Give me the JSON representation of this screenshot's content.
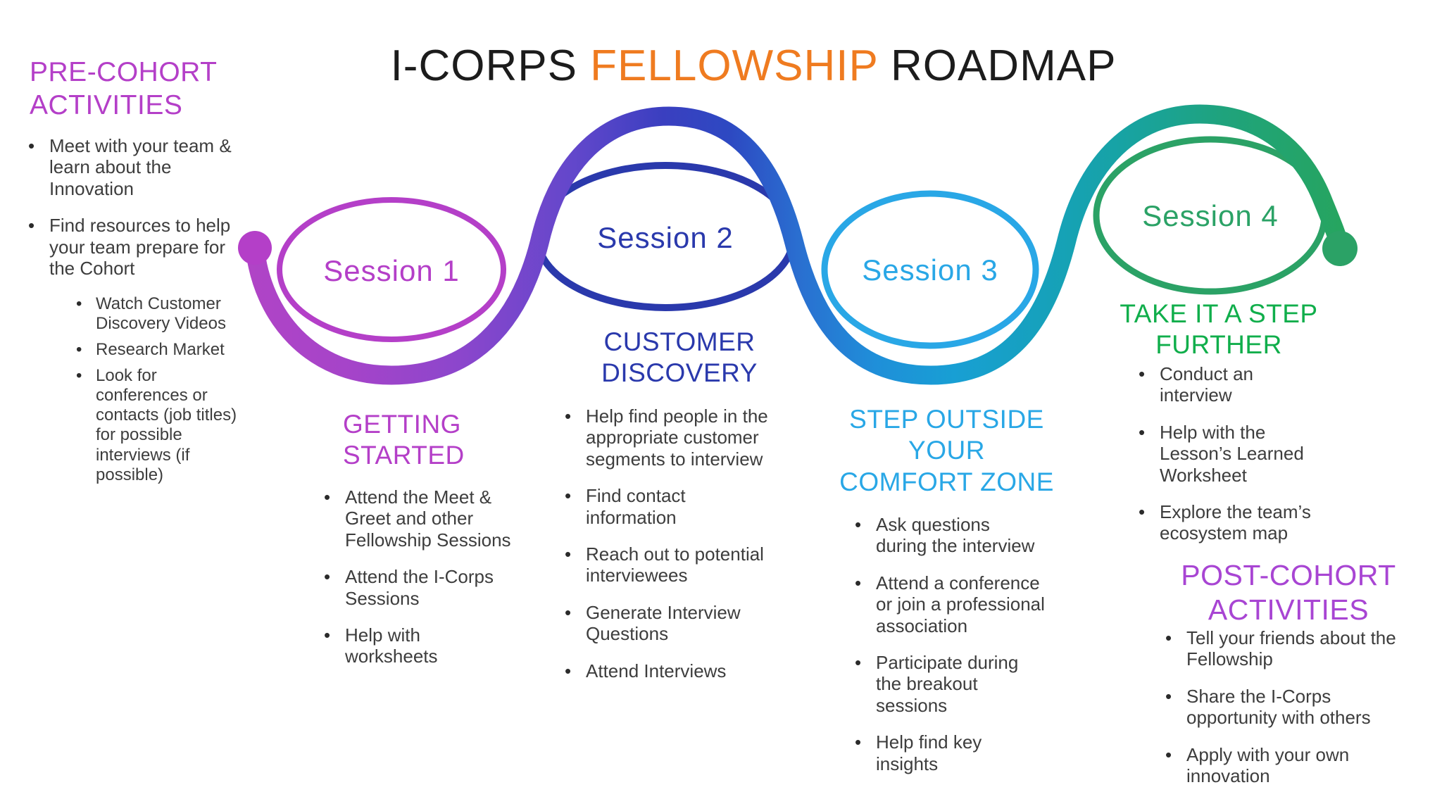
{
  "title": {
    "part1": "I-CORPS",
    "part2": "FELLOWSHIP",
    "part3": "ROADMAP"
  },
  "colors": {
    "session1": "#b43fc8",
    "session2": "#2a39ac",
    "session3": "#29a7e6",
    "session4": "#2ba266",
    "further_green": "#10ae4b",
    "post_cohort_purple": "#a845d3",
    "title_orange": "#ef7b20",
    "title_black": "#1c1c1c",
    "body_text": "#3d3d3d"
  },
  "pre_cohort": {
    "heading": "PRE-COHORT ACTIVITIES",
    "bullet1": "Meet with your team & learn about the Innovation",
    "bullet2": "Find resources to help your team prepare for the Cohort",
    "sub_bullets": [
      "Watch Customer Discovery Videos",
      "Research Market",
      "Look for conferences or contacts (job titles) for possible interviews (if possible)"
    ]
  },
  "sessions": [
    {
      "label": "Session 1",
      "heading": "GETTING STARTED",
      "bullets": [
        "Attend the Meet & Greet and other Fellowship Sessions",
        "Attend the I-Corps Sessions",
        "Help with worksheets"
      ]
    },
    {
      "label": "Session 2",
      "heading": "CUSTOMER DISCOVERY",
      "bullets": [
        "Help find people  in the appropriate customer segments to interview",
        "Find contact information",
        "Reach out to potential interviewees",
        "Generate Interview Questions",
        "Attend Interviews"
      ]
    },
    {
      "label": "Session 3",
      "heading": "STEP OUTSIDE YOUR COMFORT ZONE",
      "bullets": [
        "Ask questions during the interview",
        "Attend a conference or join a professional association",
        "Participate during the breakout sessions",
        "Help find key insights"
      ]
    },
    {
      "label": "Session 4",
      "heading": "TAKE IT A STEP FURTHER",
      "bullets": [
        "Conduct an interview",
        "Help with the Lesson’s Learned Worksheet",
        "Explore the team’s ecosystem map"
      ]
    }
  ],
  "post_cohort": {
    "heading": "POST-COHORT ACTIVITIES",
    "bullets": [
      "Tell your friends about the Fellowship",
      "Share the I-Corps opportunity with others",
      "Apply with your own innovation"
    ]
  }
}
